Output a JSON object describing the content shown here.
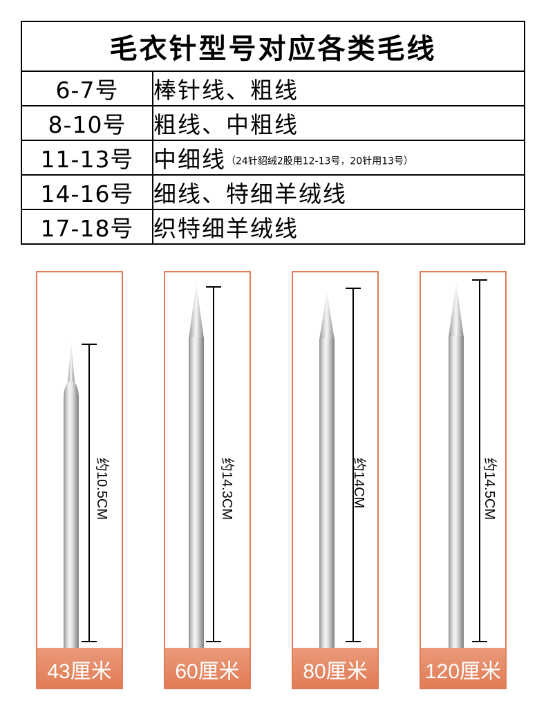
{
  "table": {
    "title": "毛衣针型号对应各类毛线",
    "rows": [
      {
        "size": "6-7号",
        "yarn": "棒针线、粗线",
        "note": ""
      },
      {
        "size": "8-10号",
        "yarn": "粗线、中粗线",
        "note": ""
      },
      {
        "size": "11-13号",
        "yarn": "中细线",
        "note": "（24针貂绒2股用12-13号，20针用13号）"
      },
      {
        "size": "14-16号",
        "yarn": "细线、特细羊绒线",
        "note": ""
      },
      {
        "size": "17-18号",
        "yarn": "织特细羊绒线",
        "note": ""
      }
    ]
  },
  "needles": [
    {
      "length": "约10.5CM",
      "cable": "43厘米"
    },
    {
      "length": "约14.3CM",
      "cable": "60厘米"
    },
    {
      "length": "约14CM",
      "cable": "80厘米"
    },
    {
      "length": "约14.5CM",
      "cable": "120厘米"
    }
  ],
  "colors": {
    "accent": "#e07d56",
    "footer_text": "#ffffff",
    "border": "#000000"
  }
}
